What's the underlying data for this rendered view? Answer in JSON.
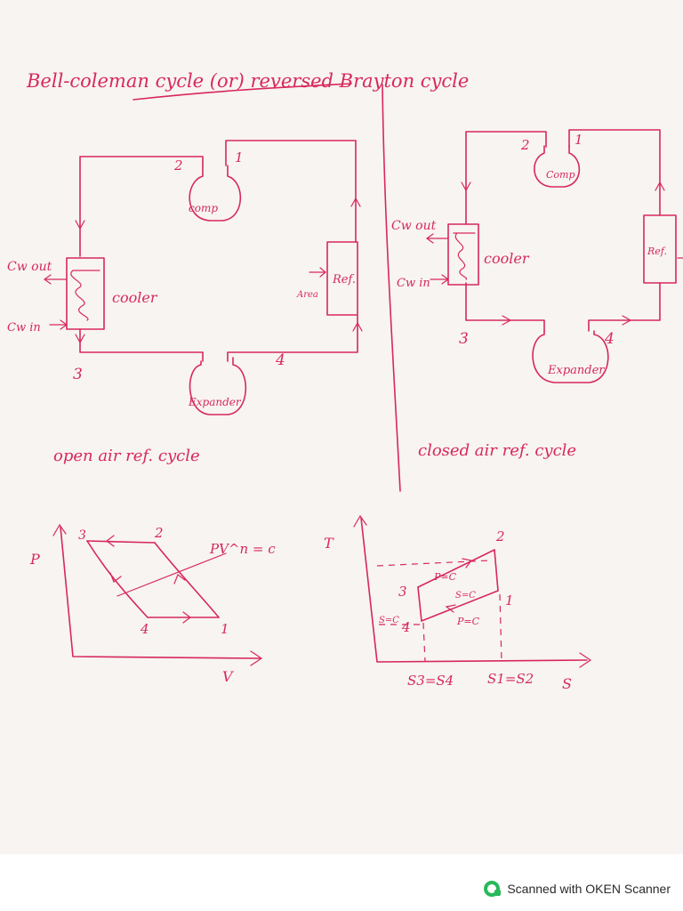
{
  "title": "Bell-coleman cycle (or) reversed Brayton cycle",
  "open_cycle": {
    "caption": "open air ref. cycle",
    "comp": "comp",
    "expander": "Expander",
    "cooler": "cooler",
    "ref": "Ref.",
    "cw_out": "Cw out",
    "cw_in": "Cw in",
    "point_1": "1",
    "point_2": "2",
    "point_3": "3",
    "point_4": "4",
    "area": "Area"
  },
  "closed_cycle": {
    "caption": "closed air ref. cycle",
    "comp": "Comp",
    "expander": "Expander",
    "cooler": "cooler",
    "ref": "Ref.",
    "cw_out": "Cw out",
    "cw_in": "Cw in",
    "point_1": "1",
    "point_2": "2",
    "point_3": "3",
    "point_4": "4"
  },
  "pv_diagram": {
    "y_axis": "P",
    "x_axis": "V",
    "process_label": "PV^n = c",
    "point_1": "1",
    "point_2": "2",
    "point_3": "3",
    "point_4": "4"
  },
  "ts_diagram": {
    "y_axis": "T",
    "x_axis": "S",
    "isobar_high": "P=C",
    "isobar_low": "P=C",
    "isentropic_mid": "S=C",
    "isentropic_left": "S=C",
    "entropy_left": "S3=S4",
    "entropy_right": "S1=S2",
    "point_1": "1",
    "point_2": "2",
    "point_3": "3",
    "point_4": "4"
  },
  "footer": {
    "scanner_label": "Scanned with OKEN Scanner"
  },
  "colors": {
    "ink": "#d8285a",
    "paper": "#f7f4f2",
    "logo": "#29b85a"
  }
}
